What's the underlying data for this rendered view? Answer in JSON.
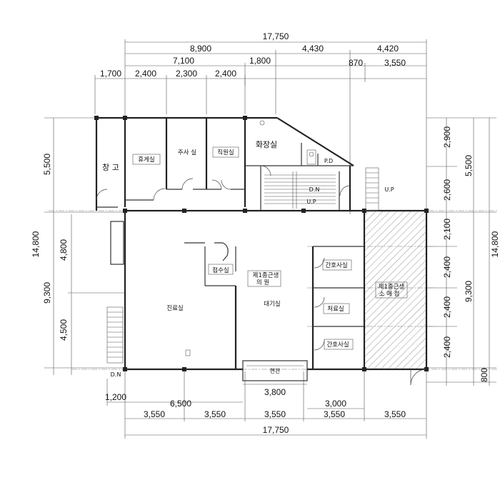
{
  "dimensions": {
    "top_total": "17,750",
    "top_r2": [
      "8,900",
      "4,430",
      "4,420"
    ],
    "top_r3": [
      "7,100",
      "1,800"
    ],
    "top_r4": [
      "1,700",
      "2,400",
      "2,300",
      "2,400",
      "870",
      "3,550"
    ],
    "bottom_r1": [
      "1,200",
      "6,500",
      "3,800",
      "3,000"
    ],
    "bottom_r2": [
      "3,550",
      "3,550",
      "3,550",
      "3,550",
      "3,550"
    ],
    "bottom_total": "17,750",
    "left": [
      "5,500",
      "14,800",
      "4,800",
      "9,300",
      "4,500"
    ],
    "right_inner": [
      "2,900",
      "2,600",
      "2,100",
      "2,400",
      "2,400",
      "2,400",
      "800"
    ],
    "right_mid": [
      "5,500",
      "9,300"
    ],
    "right_outer": "14,800"
  },
  "rooms": {
    "storage": "창 고",
    "lounge": "휴게실",
    "injection": "주사 실",
    "staff": "직원실",
    "restroom": "화장실",
    "pd": "P.D",
    "reception": "접수실",
    "clinic_line1": "제1종근생",
    "clinic_line2": "의  원",
    "exam": "진료실",
    "waiting": "대기실",
    "nurse1": "간호사실",
    "treatment": "처료실",
    "nurse2": "간호사실",
    "retail_line1": "제1종근생",
    "retail_line2": "소 매 점",
    "entrance": "현관",
    "dn1": "D.N",
    "up1": "U.P",
    "up2": "U.P",
    "dn2": "D.N"
  }
}
